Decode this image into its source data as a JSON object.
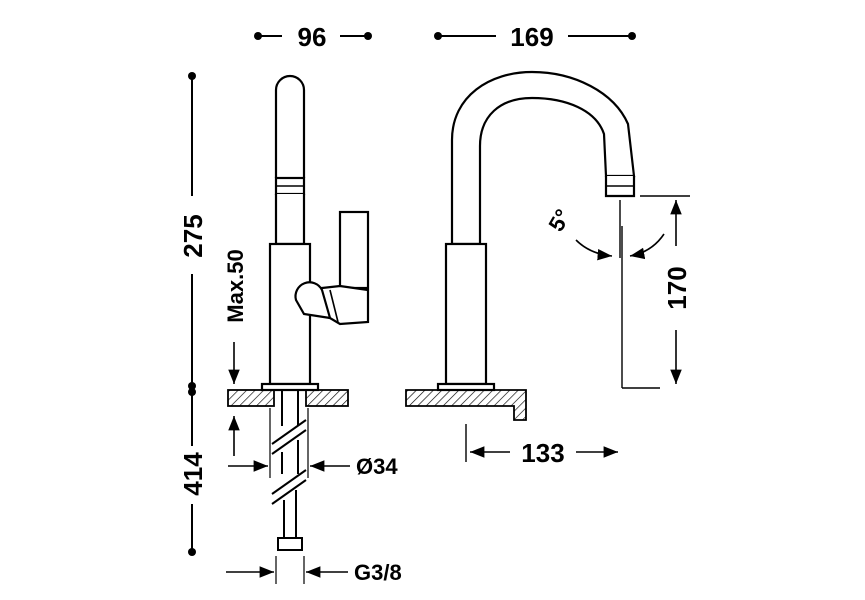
{
  "dimensions": {
    "base_width": "96",
    "spout_reach_top": "169",
    "total_height": "275",
    "max_deck": "Max.50",
    "below_deck": "414",
    "hole_diameter": "Ø34",
    "connection": "G3/8",
    "spout_reach": "133",
    "spout_height": "170",
    "swivel_angle": "5°"
  },
  "colors": {
    "stroke": "#000000",
    "background": "#ffffff"
  }
}
